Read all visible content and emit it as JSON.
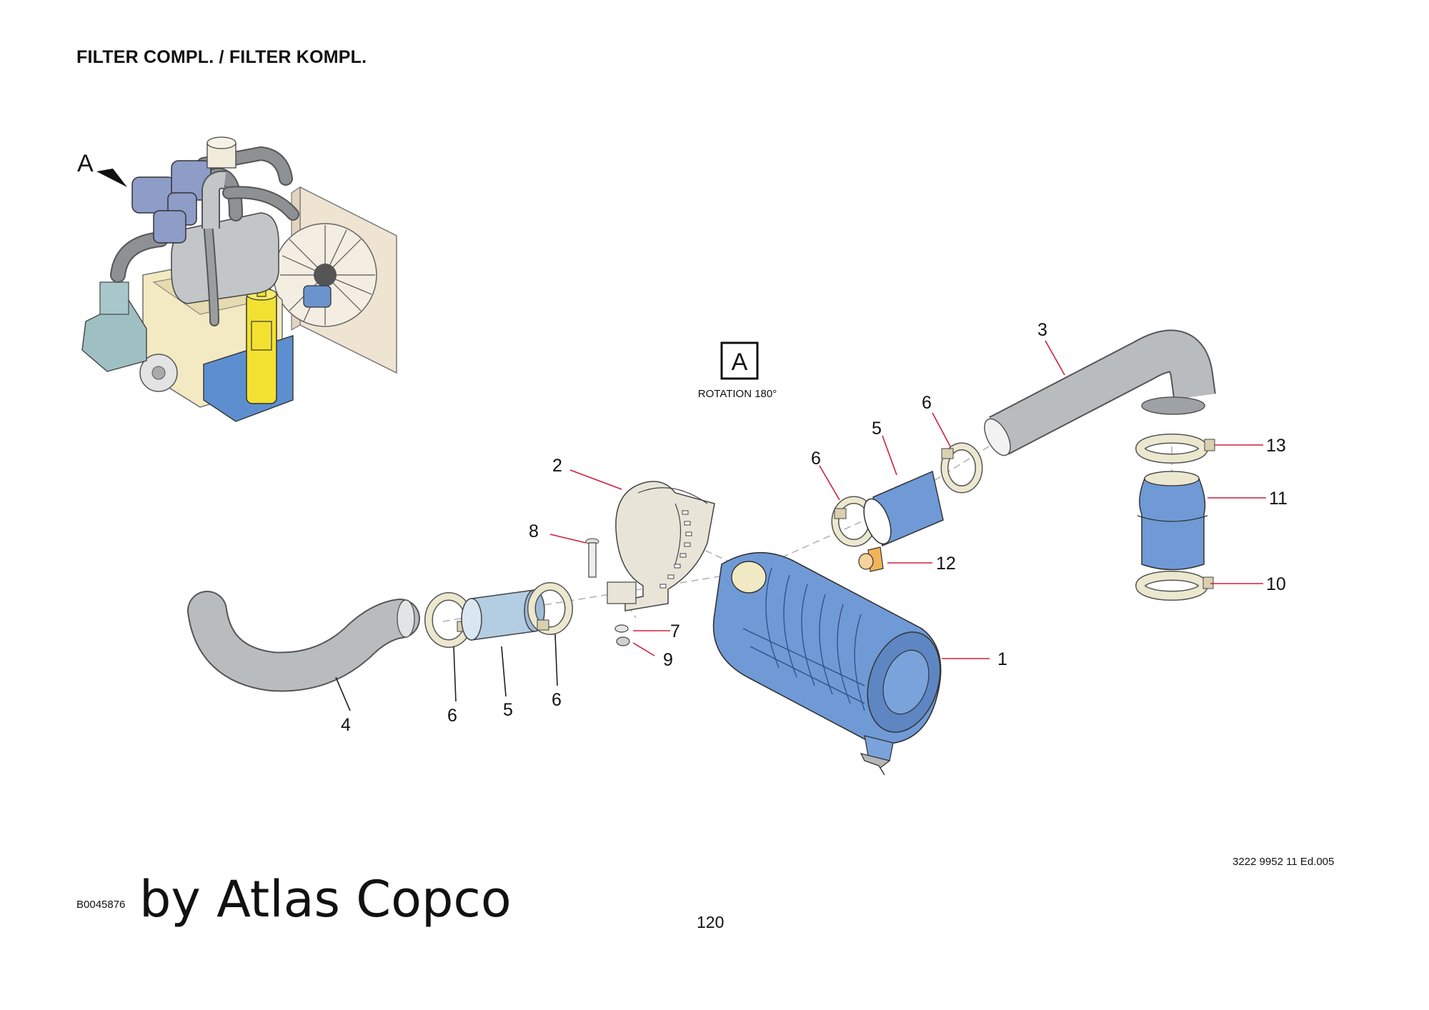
{
  "page": {
    "title": "FILTER COMPL. / FILTER KOMPL.",
    "doc_code": "B0045876",
    "brand": "by Atlas Copco",
    "page_number": "120",
    "edition": "3222 9952 11 Ed.005"
  },
  "view": {
    "marker": "A",
    "box_letter": "A",
    "rotation_note": "ROTATION 180°"
  },
  "callouts": [
    "1",
    "2",
    "3",
    "4",
    "5",
    "6",
    "7",
    "8",
    "9",
    "10",
    "11",
    "12",
    "13",
    "5",
    "6",
    "6",
    "6"
  ],
  "colors": {
    "hose_gray": "#b9bcbf",
    "filter_blue": "#6f9ad6",
    "sleeve_blue": "#a9c6de",
    "clamp_beige": "#ece7cf",
    "nozzle_orange": "#f2b458",
    "tank_yellow": "#f3e132",
    "leader_red": "#d0203a"
  }
}
